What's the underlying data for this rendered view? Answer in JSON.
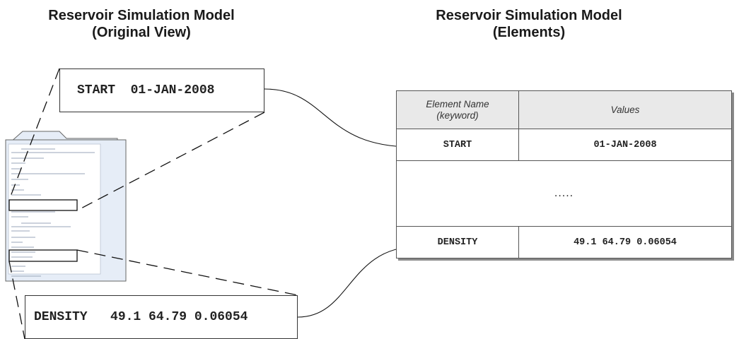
{
  "left_title": {
    "line1": "Reservoir Simulation Model",
    "line2": "(Original View)"
  },
  "right_title": {
    "line1": "Reservoir Simulation Model",
    "line2": "(Elements)"
  },
  "callouts": {
    "start": {
      "keyword": "START",
      "value": "01-JAN-2008"
    },
    "density": {
      "keyword": "DENSITY",
      "value": "49.1 64.79 0.06054"
    }
  },
  "table": {
    "headers": {
      "name_line1": "Element Name",
      "name_line2": "(keyword)",
      "values": "Values"
    },
    "rows": [
      {
        "name": "START",
        "value": "01-JAN-2008"
      },
      {
        "ellipsis": "....."
      },
      {
        "name": "DENSITY",
        "value": "49.1 64.79 0.06054"
      }
    ]
  },
  "colors": {
    "folder_fill": "#e6edf7",
    "folder_stroke": "#666666",
    "line": "#222222",
    "header_fill": "#e9e9e9"
  },
  "icons": {
    "document": "folder-document-icon"
  }
}
